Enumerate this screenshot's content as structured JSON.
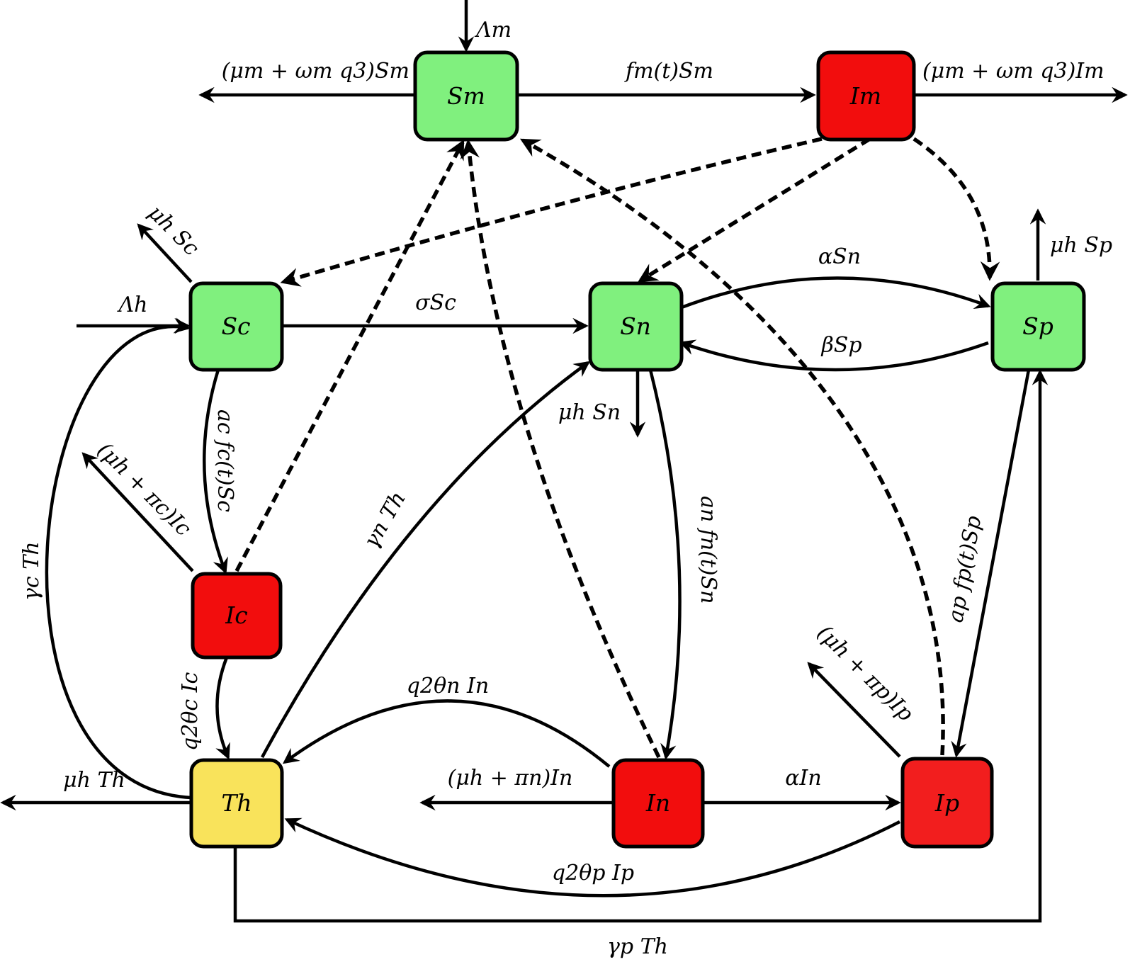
{
  "colors": {
    "susceptible": "#80f07e",
    "infected": "#f20d0d",
    "infected_p": "#f21e1e",
    "treated": "#f9e35b",
    "stroke": "#000000"
  },
  "nodes": {
    "Sm": {
      "label": "Sm"
    },
    "Im": {
      "label": "Im"
    },
    "Sc": {
      "label": "Sc"
    },
    "Sn": {
      "label": "Sn"
    },
    "Sp": {
      "label": "Sp"
    },
    "Ic": {
      "label": "Ic"
    },
    "In": {
      "label": "In"
    },
    "Ip": {
      "label": "Ip"
    },
    "Th": {
      "label": "Th"
    }
  },
  "labels": {
    "lambda_m": "Λm",
    "mosq_death_s": "(μm + ωm q3)Sm",
    "force_m": "fm(t)Sm",
    "mosq_death_i": "(μm + ωm q3)Im",
    "death_sc": "μh Sc",
    "lambda_h": "Λh",
    "sigma_sc": "σSc",
    "alpha_sn": "αSn",
    "beta_sp": "βSp",
    "death_sp": "μh Sp",
    "death_sn": "μh Sn",
    "inf_c": "ac fc(t)Sc",
    "death_ic": "(μh + πc)Ic",
    "gamma_c": "γc Th",
    "gamma_n": "γn Th",
    "inf_n": "an fn(t)Sn",
    "inf_p": "ap fp(t)Sp",
    "death_ip": "(μh + πp)Ip",
    "treat_c": "q2θc Ic",
    "treat_n": "q2θn In",
    "death_in": "(μh + πn)In",
    "alpha_in": "αIn",
    "death_th": "μh Th",
    "treat_p": "q2θp Ip",
    "gamma_p": "γp Th"
  }
}
